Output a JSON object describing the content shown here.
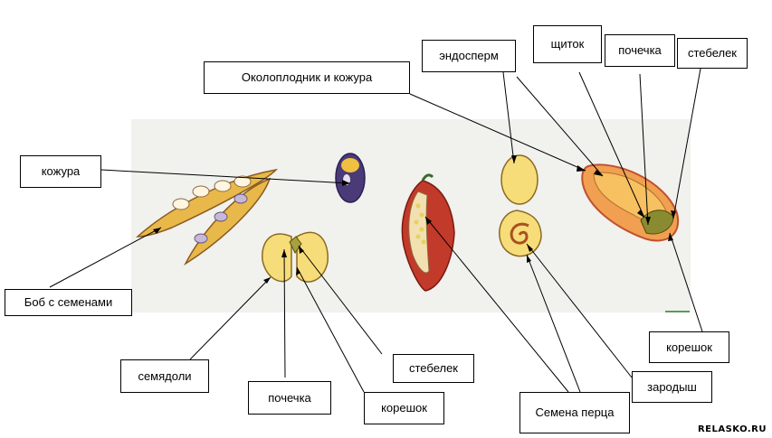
{
  "labels": {
    "okoloplodnik": "Околоплодник и кожура",
    "endosperm": "эндосперм",
    "shchitok": "щиток",
    "pochechka_top": "почечка",
    "stebelek_top": "стебелек",
    "kozhura": "кожура",
    "bob": "Боб с семенами",
    "semyadoli": "семядоли",
    "pochechka_bottom": "почечка",
    "koreshok_bottom": "корешок",
    "stebelek_bottom": "стебелек",
    "semena_pertsa": "Семена перца",
    "zarodysh": "зародыш",
    "koreshok_right": "корешок"
  },
  "watermark": "RELASKO.RU",
  "colors": {
    "background_panel": "#f1f1ee",
    "pod": "#e8b94a",
    "seed_yellow": "#f7dc7a",
    "pepper_red": "#c23a2a",
    "corn_orange": "#f0a050",
    "bean_purple": "#4a3a78"
  }
}
